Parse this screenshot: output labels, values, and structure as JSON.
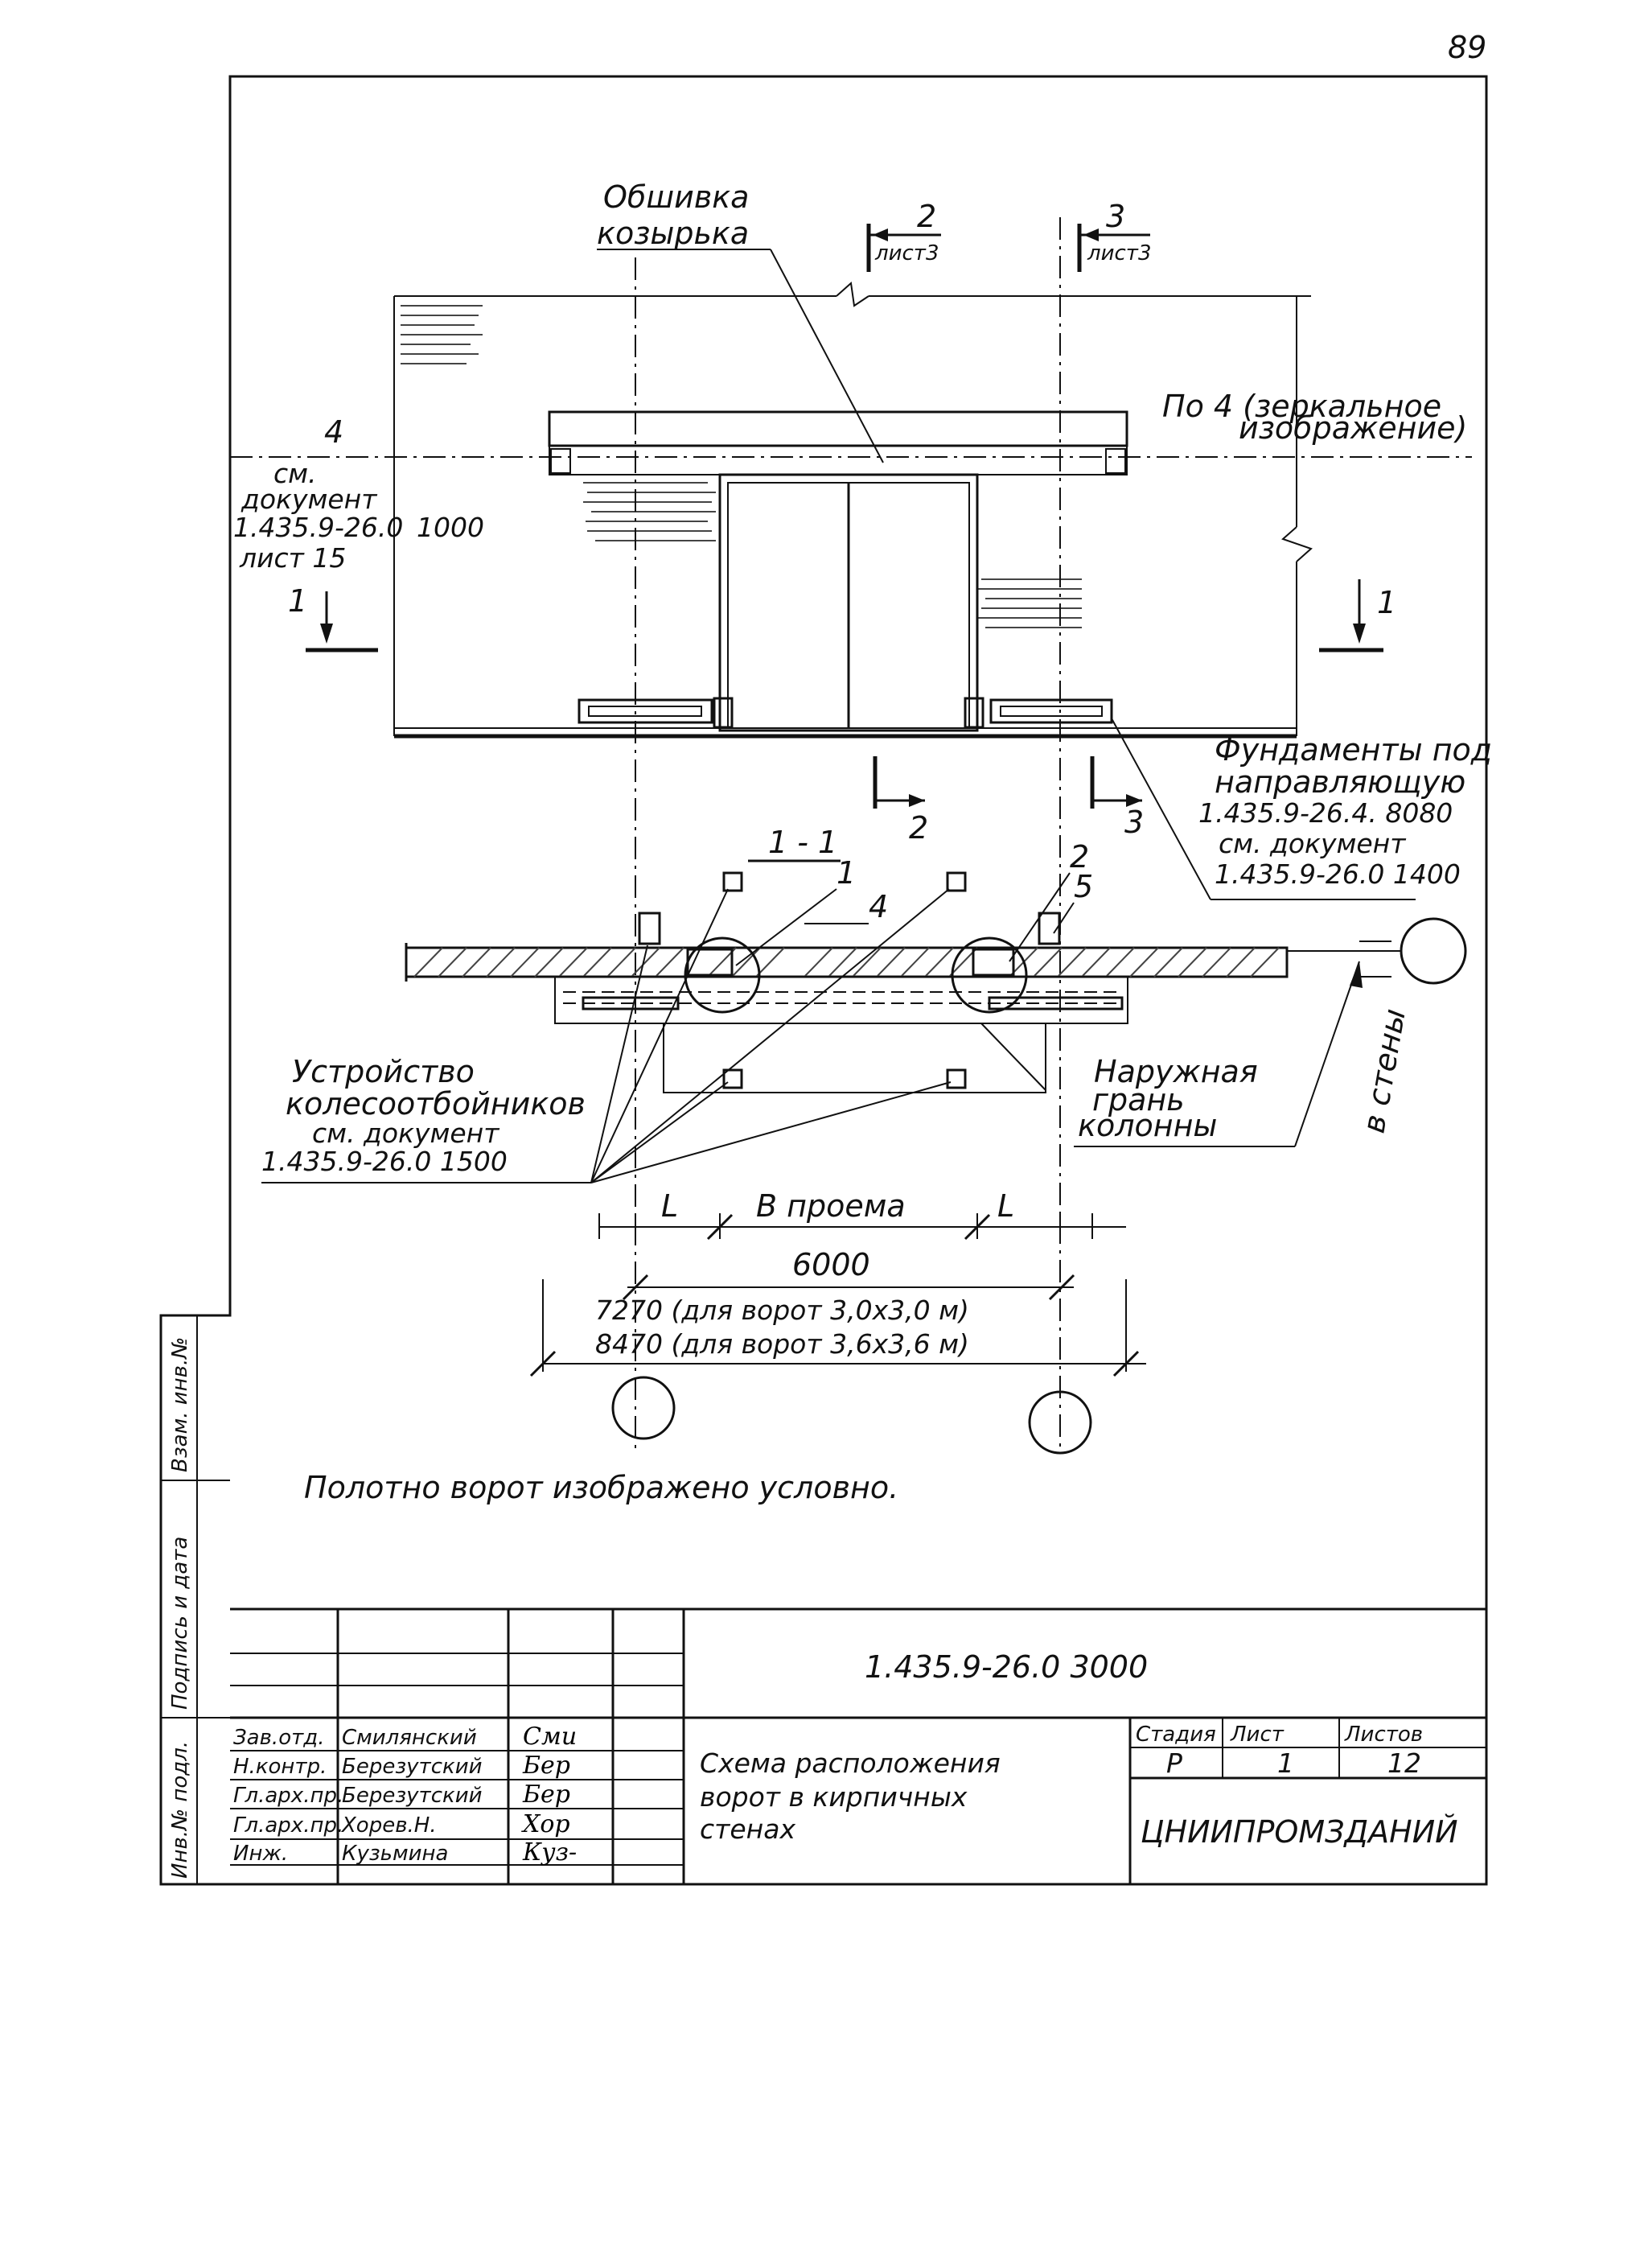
{
  "page_number": "89",
  "title_block": {
    "doc_code": "1.435.9-26.0 3000",
    "sheet_title": [
      "Схема расположения",
      "ворот в кирпичных",
      "стенах"
    ],
    "stage_header": "Стадия",
    "sheet_header": "Лист",
    "sheets_header": "Листов",
    "stage": "Р",
    "sheet": "1",
    "sheets": "12",
    "organization": "ЦНИИПРОМЗДАНИЙ",
    "roles": [
      "Зав.отд.",
      "Н.контр.",
      "Гл.арх.пр.",
      "Гл.арх.пр.",
      "Инж."
    ],
    "names": [
      "Смилянский",
      "Березутский",
      "Березутский",
      "Хорев.Н.",
      "Кузьмина"
    ],
    "signatures": [
      "Сми",
      "Бер",
      "Бер",
      "Хор",
      "Куз-"
    ]
  },
  "side_stamp": [
    "Инв.№ подл.",
    "Подпись и дата",
    "Взам. инв.№"
  ],
  "elevation": {
    "cladding_label": [
      "Обшивка",
      "козырька"
    ],
    "section2_num": "2",
    "section2_sheet": "лист3",
    "section3_num": "3",
    "section3_sheet": "лист3",
    "mirror_note": [
      "По 4 (зеркальное",
      "изображение)"
    ],
    "node4_num": "4",
    "node4_ref": [
      "см.",
      "документ",
      "1.435.9-26.0",
      "лист 15"
    ],
    "height_dim": "1000",
    "section1_left": "1",
    "section1_right": "1",
    "foundations_note": [
      "Фундаменты под",
      "направляющую",
      "1.435.9-26.4. 8080",
      "см. документ",
      "1.435.9-26.0 1400"
    ],
    "cut2_label": "2",
    "cut3_label": "3"
  },
  "plan": {
    "section_title": "1 - 1",
    "callouts": [
      "1",
      "4",
      "2",
      "5"
    ],
    "bump_device": [
      "Устройство",
      "колесоотбойников",
      "см. документ",
      "1.435.9-26.0 1500"
    ],
    "outer_face": [
      "Наружная",
      "грань",
      "колонны"
    ],
    "wall_thickness": "в стены",
    "dim_L_left": "L",
    "dim_opening": "В проема",
    "dim_L_right": "L",
    "dim_6000": "6000",
    "dim_7270": "7270 (для ворот  3,0х3,0 м)",
    "dim_8470": "8470 (для ворот  3,6х3,6 м)"
  },
  "note": "Полотно ворот изображено  условно."
}
